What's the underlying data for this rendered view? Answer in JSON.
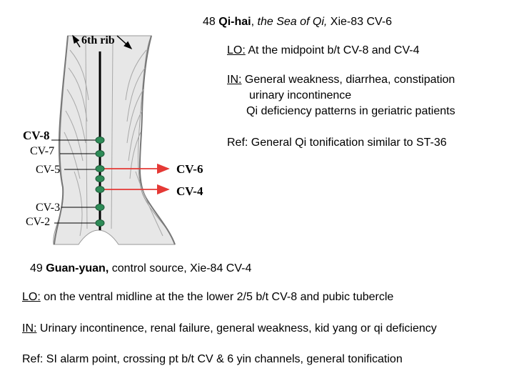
{
  "header": {
    "number": "48",
    "name": "Qi-hai",
    "translation": "the Sea of Qi,",
    "codes": "Xie-83 CV-6"
  },
  "diagram": {
    "rib_label": "6th rib",
    "points": [
      "CV-8",
      "CV-7",
      "CV-5",
      "CV-6",
      "CV-4",
      "CV-3",
      "CV-2"
    ],
    "colors": {
      "point": "#2e8b57",
      "arrow": "#e53935",
      "line": "#000000",
      "skin": "#e7e7e7"
    }
  },
  "point48": {
    "lo_label": "LO:",
    "lo_text": "At the midpoint b/t CV-8 and CV-4",
    "in_label": "IN:",
    "in_line1": "General weakness, diarrhea, constipation",
    "in_line2": "urinary incontinence",
    "in_line3": "Qi deficiency patterns in geriatric patients",
    "ref": "Ref: General Qi  tonification similar to ST-36"
  },
  "point49": {
    "number": "49",
    "name": "Guan-yuan,",
    "translation": "control source, Xie-84 CV-4",
    "lo_label": "LO:",
    "lo_text": "on the ventral midline at the the lower 2/5 b/t CV-8 and pubic tubercle",
    "in_label": "IN:",
    "in_text": "Urinary incontinence, renal failure, general weakness, kid yang or qi deficiency",
    "ref": "Ref: SI alarm point, crossing pt b/t CV & 6 yin channels, general tonification"
  }
}
